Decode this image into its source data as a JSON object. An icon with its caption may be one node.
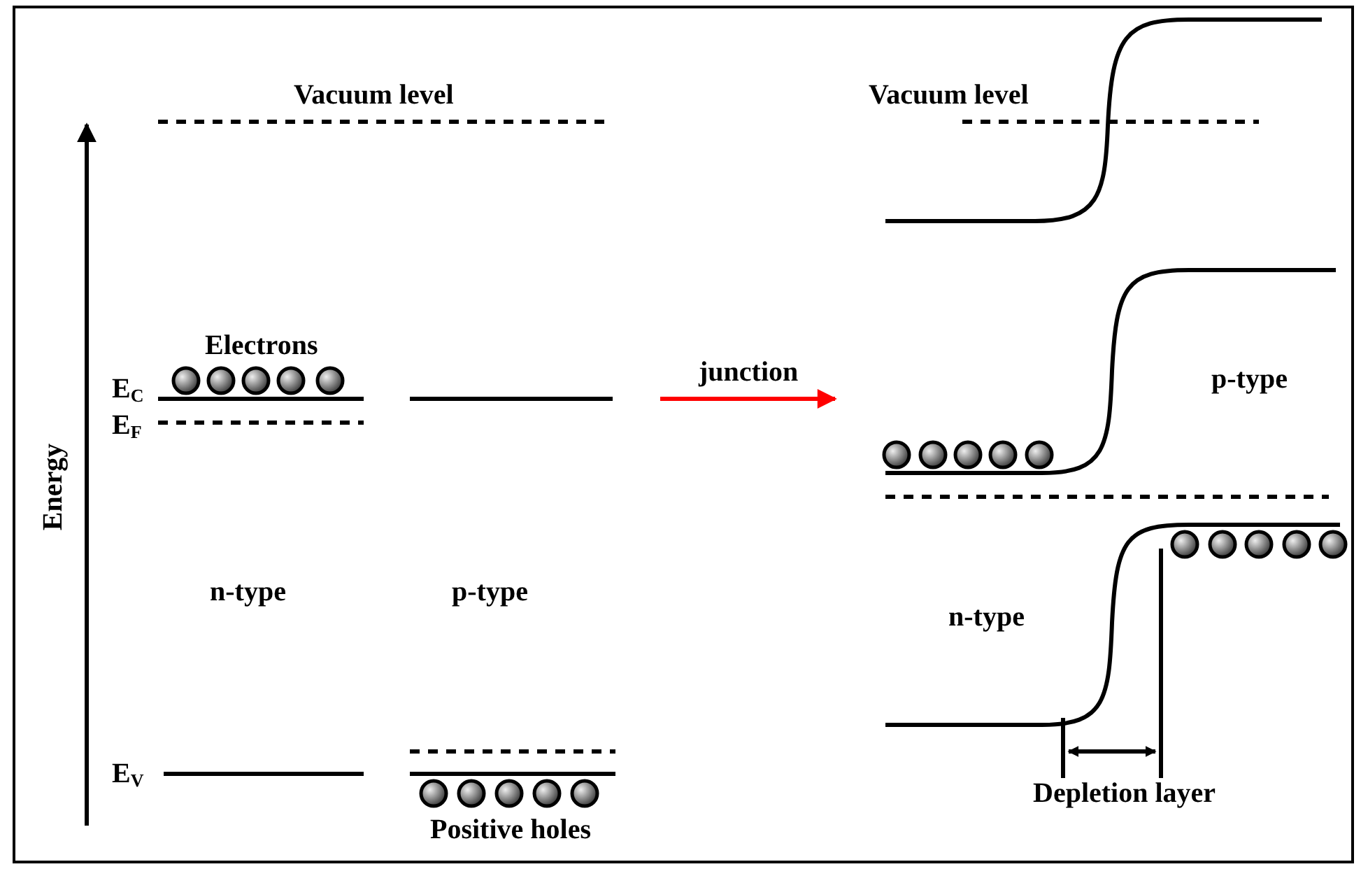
{
  "diagram": {
    "labels": [
      "Vacuum level",
      "Vacuum level",
      "Electrons",
      "E$_{C}$",
      "junction",
      "p-type",
      "E$_{F}$",
      "Energy",
      "n-type",
      "p-type",
      "n-type",
      "E$_{V}$",
      "Positive holes",
      "Depletion layer"
    ]
  }
}
